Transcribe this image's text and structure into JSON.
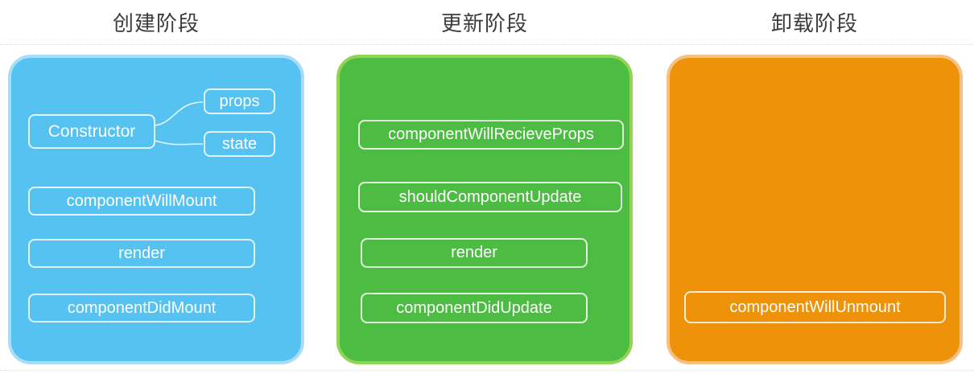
{
  "diagram": {
    "title_color": "#3c3c3c",
    "box_text_color": "#ffffff",
    "phases": [
      {
        "id": "creation",
        "title": "创建阶段",
        "panel_fill": "#55C2F1",
        "panel_border": "#A8DDF5",
        "constructor": "Constructor",
        "props": "props",
        "state": "state",
        "methods": [
          "componentWillMount",
          "render",
          "componentDidMount"
        ]
      },
      {
        "id": "update",
        "title": "更新阶段",
        "panel_fill": "#4DBC43",
        "panel_border": "#90D355",
        "methods": [
          "componentWillRecieveProps",
          "shouldComponentUpdate",
          "render",
          "componentDidUpdate"
        ]
      },
      {
        "id": "unmount",
        "title": "卸载阶段",
        "panel_fill": "#EE9309",
        "panel_border": "#F5C183",
        "methods": [
          "componentWillUnmount"
        ]
      }
    ]
  }
}
